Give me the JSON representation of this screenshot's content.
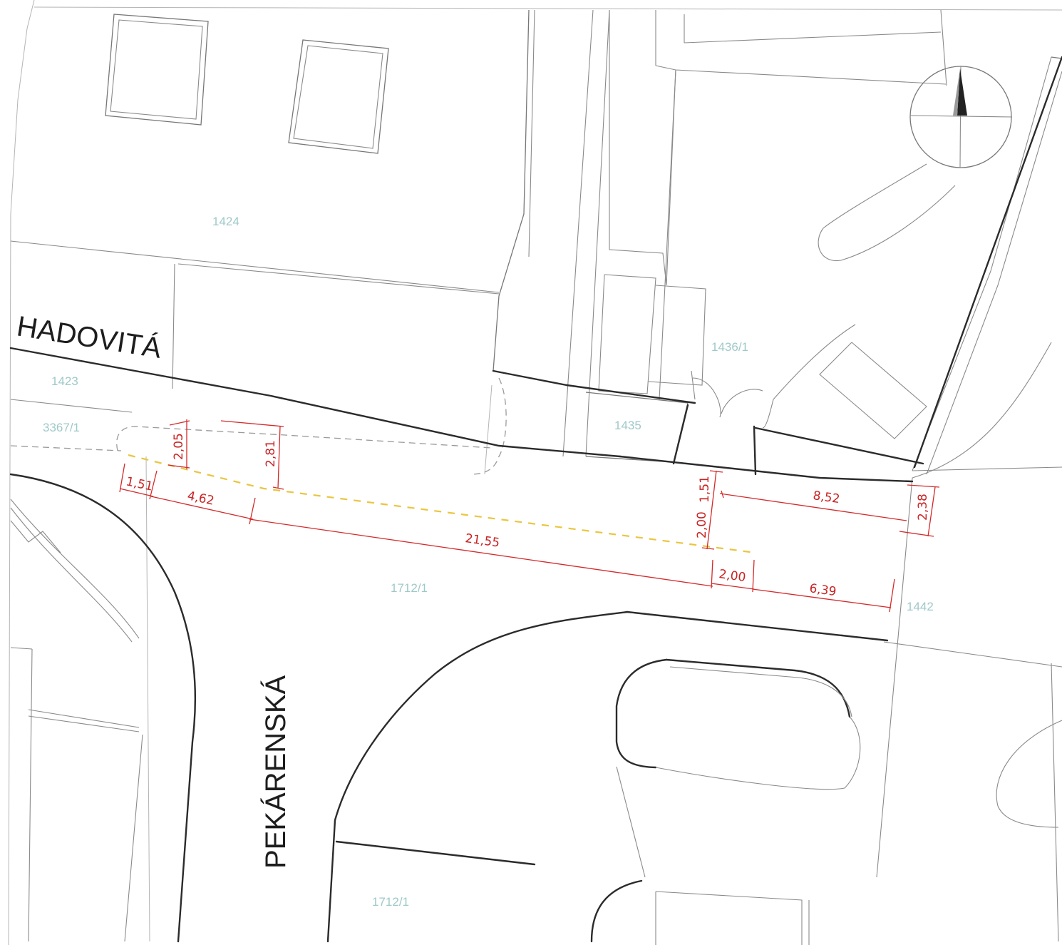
{
  "streets": {
    "hadovita": "HADOVITÁ",
    "pekarenska": "PEKÁRENSKÁ"
  },
  "parcels": {
    "p1424": "1424",
    "p1423": "1423",
    "p3367": "3367/1",
    "p1436": "1436/1",
    "p1435": "1435",
    "p1712_top": "1712/1",
    "p1442": "1442",
    "p1712_bottom": "1712/1"
  },
  "dimensions": {
    "d_205": "2,05",
    "d_281": "2,81",
    "d_151_left": "1,51",
    "d_462": "4,62",
    "d_2155": "21,55",
    "d_151_right": "1,51",
    "d_200_vertical": "2,00",
    "d_852": "8,52",
    "d_238": "2,38",
    "d_200_horizontal": "2,00",
    "d_639": "6,39"
  },
  "colors": {
    "dimension": "#d42a2a",
    "parcel_number": "#9fc9c9",
    "planned_line": "#e9c640",
    "street_edge": "#2b2b2b"
  },
  "icons": {
    "north_arrow": "north-arrow-icon"
  }
}
